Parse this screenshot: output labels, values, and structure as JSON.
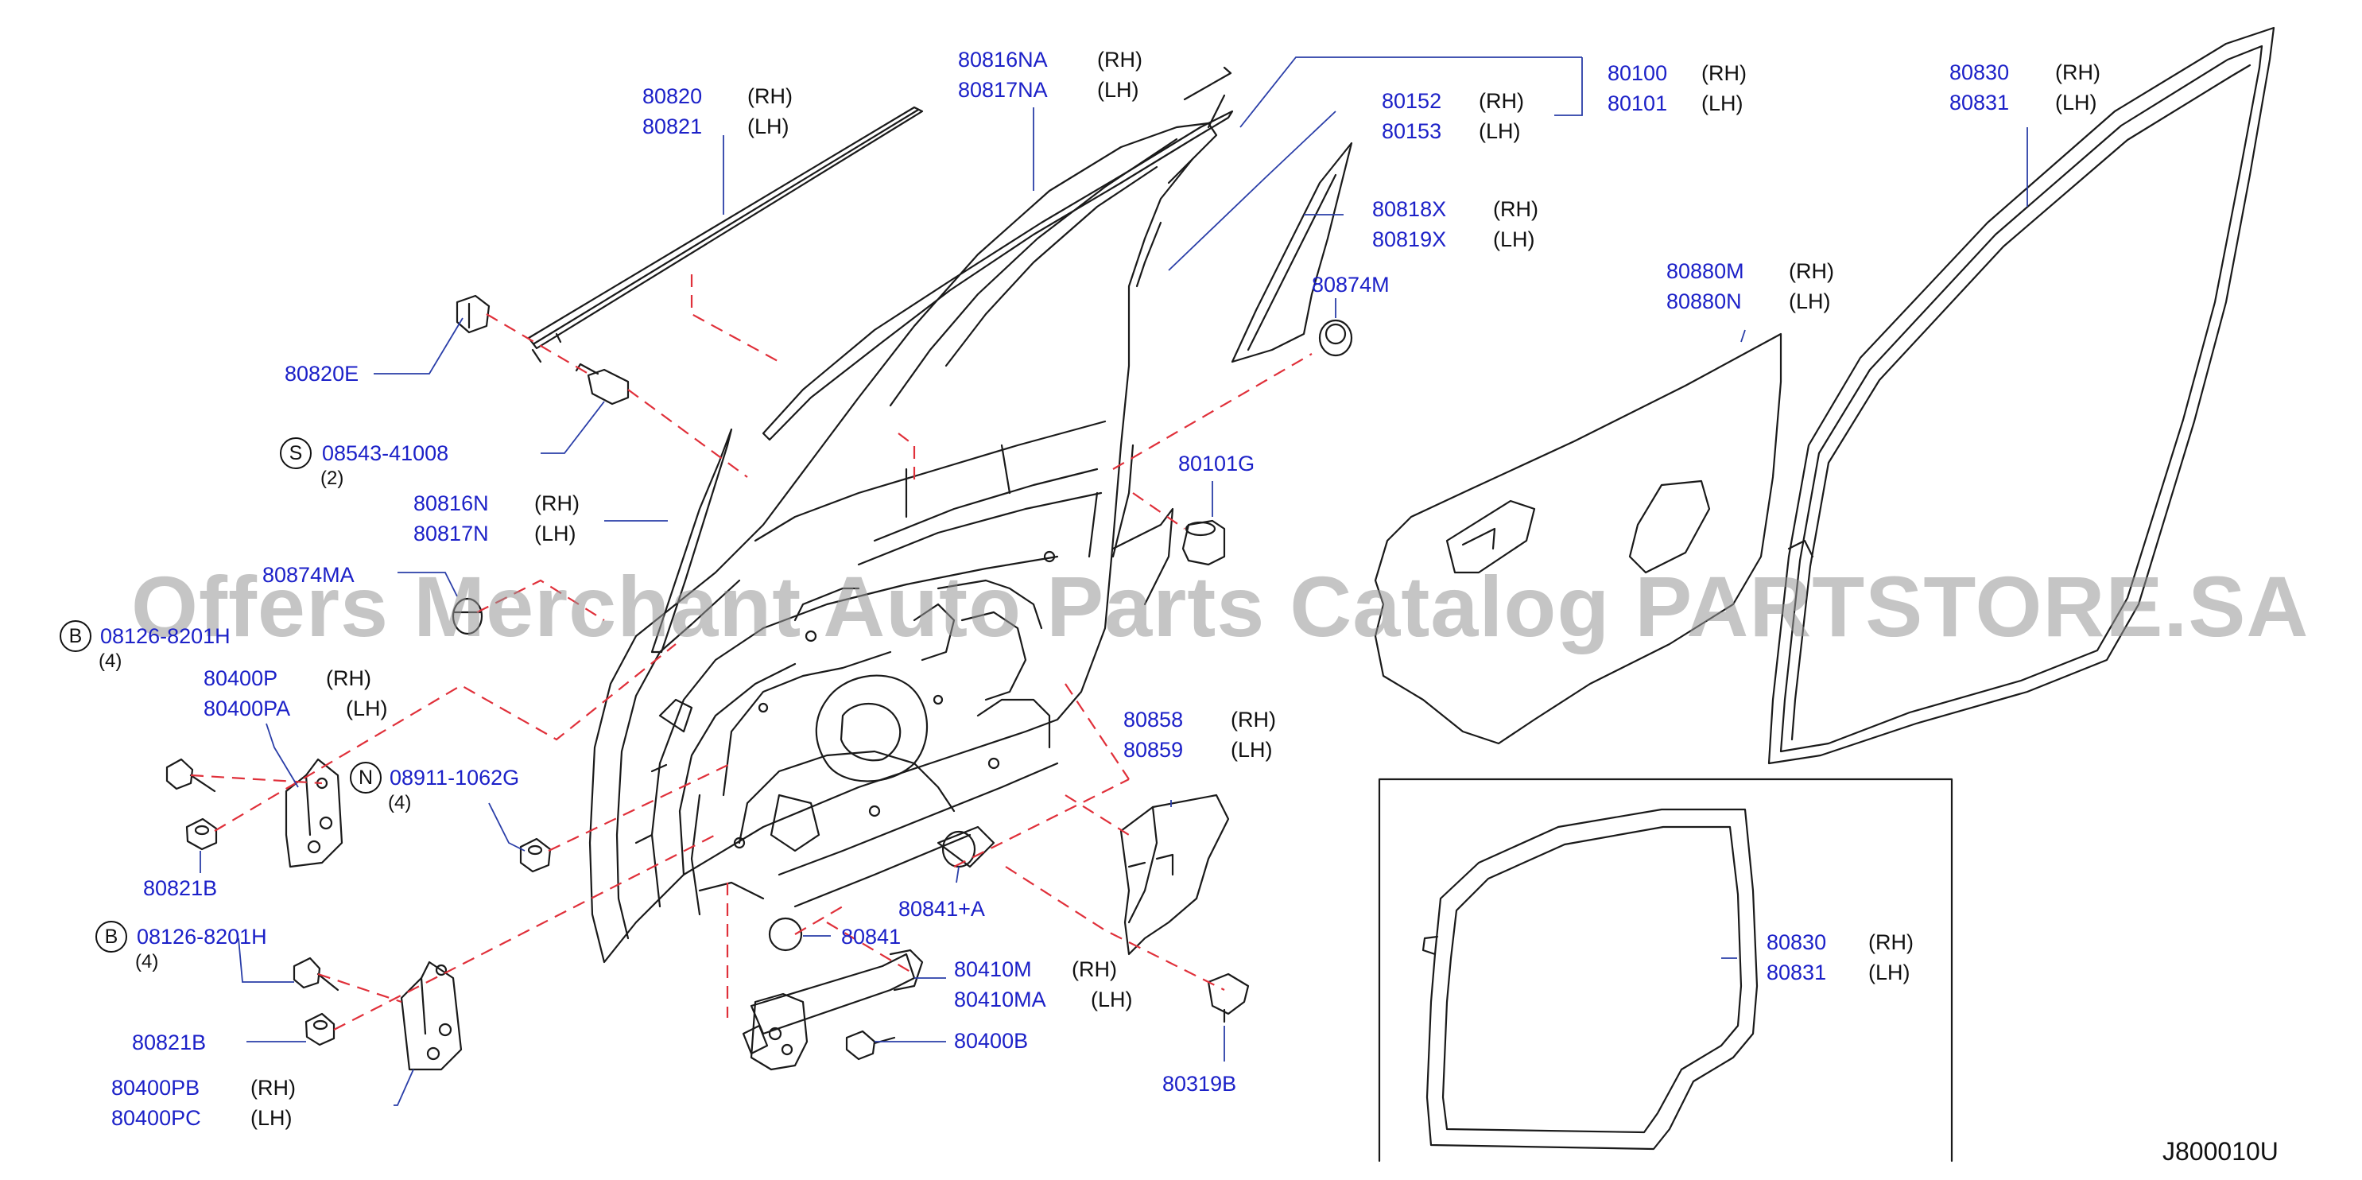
{
  "diagram": {
    "watermark": "Offers Merchant Auto Parts Catalog PARTSTORE.SA",
    "diagram_code": "J800010U",
    "colors": {
      "part_number": "#1c21c8",
      "lines": "#1a1a1a",
      "leader": "#2a3ea8",
      "dashed": "#e0303a"
    },
    "labels": {
      "p80820": "80820",
      "p80821": "80821",
      "p80816NA": "80816NA",
      "p80817NA": "80817NA",
      "p80100": "80100",
      "p80101": "80101",
      "p80152": "80152",
      "p80153": "80153",
      "p80818X": "80818X",
      "p80819X": "80819X",
      "p80874M": "80874M",
      "p80830a": "80830",
      "p80831a": "80831",
      "p80880M": "80880M",
      "p80880N": "80880N",
      "p80820E": "80820E",
      "p08543": "08543-41008",
      "q08543": "(2)",
      "p80101G": "80101G",
      "p80816N": "80816N",
      "p80817N": "80817N",
      "p80874MA": "80874MA",
      "p08126a": "08126-8201H",
      "q08126a": "(4)",
      "p80400P": "80400P",
      "p80400PA": "80400PA",
      "p08911": "08911-1062G",
      "q08911": "(4)",
      "p80821Ba": "80821B",
      "p80858": "80858",
      "p80859": "80859",
      "p80841A": "80841+A",
      "p80841": "80841",
      "p80410M": "80410M",
      "p80410MA": "80410MA",
      "p08126b": "08126-8201H",
      "q08126b": "(4)",
      "p80821Bb": "80821B",
      "p80400B": "80400B",
      "p80319B": "80319B",
      "p80400PB": "80400PB",
      "p80400PC": "80400PC",
      "p80830b": "80830",
      "p80831b": "80831"
    },
    "side": {
      "rh": "(RH)",
      "lh": "(LH)"
    },
    "callouts": {
      "s": "S",
      "b": "B",
      "n": "N"
    },
    "icons": [
      "circled-letter-callout",
      "bolt-icon",
      "nut-icon",
      "clip-icon",
      "grommet-icon"
    ]
  }
}
